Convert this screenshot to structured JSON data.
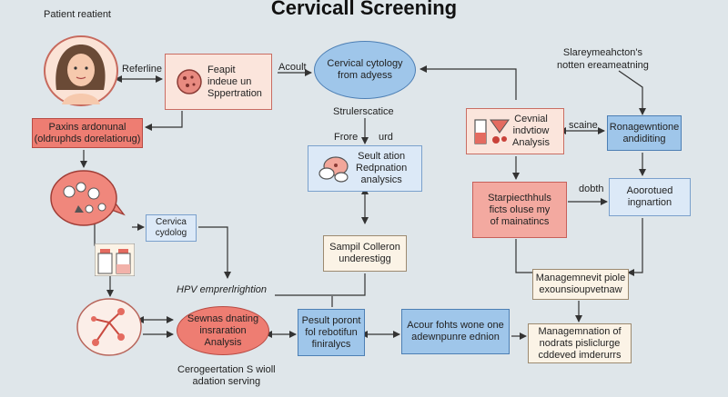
{
  "title": "Cervicall Screening",
  "patient_label": "Patient reatient",
  "referral_label": "Referline",
  "box_feapit": [
    "Feapit",
    "indeue un",
    "Sppertration"
  ],
  "acoult_label": "Acoult",
  "cytology_ellipse": [
    "Cervical cytology",
    "from adyess"
  ],
  "top_right_note": [
    "Slareymeahcton's",
    "notten ereameatning"
  ],
  "paxins_box": [
    "Paxins ardonunal",
    "(oldruphds dorelatiorug)"
  ],
  "strulerscatice": "Strulerscatice",
  "frore_label": "Frore",
  "urd_label": "urd",
  "result_box": [
    "Seult ation",
    "Redpnation",
    "analysics"
  ],
  "cervial_box": [
    "Cevnial",
    "indvtiow",
    "Analysis"
  ],
  "scaine_label": "scaine",
  "ronagewntione_box": [
    "Ronagewntione",
    "andiditing"
  ],
  "cervica_box": [
    "Cervica",
    "cydolog"
  ],
  "starpie_box": [
    "Starpiecthhuls",
    "ficts oluse my",
    "of mainatincs"
  ],
  "dobth_label": "dobth",
  "aorotued_box": [
    "Aoorotued",
    "ingnartion"
  ],
  "sampl_box": [
    "Sampil Colleron",
    "underestigg"
  ],
  "hpv_label": "HPV emprerlrightion",
  "management_top_box": [
    "Managemnevit piole",
    "exounsioupvetnaw"
  ],
  "sewnas_ellipse": [
    "Sewnas dnating",
    "insraration",
    "Analysis"
  ],
  "pesult_box": [
    "Pesult poront",
    "fol rebotifun",
    "finiralycs"
  ],
  "acour_box": [
    "Acour fohts wone one",
    "adewnpunre ednion"
  ],
  "management_bottom_box": [
    "Managemnation of",
    "nodrats pisliclurge",
    "cddeved imderurrs"
  ],
  "bottom_caption": [
    "Cerogeertation S wioll",
    "adation serving"
  ],
  "colors": {
    "background": "#dfe6ea",
    "pink": "#f3a9a0",
    "blue": "#9fc6ea",
    "light_blue": "#dce9f7",
    "red": "#ee7d72"
  }
}
